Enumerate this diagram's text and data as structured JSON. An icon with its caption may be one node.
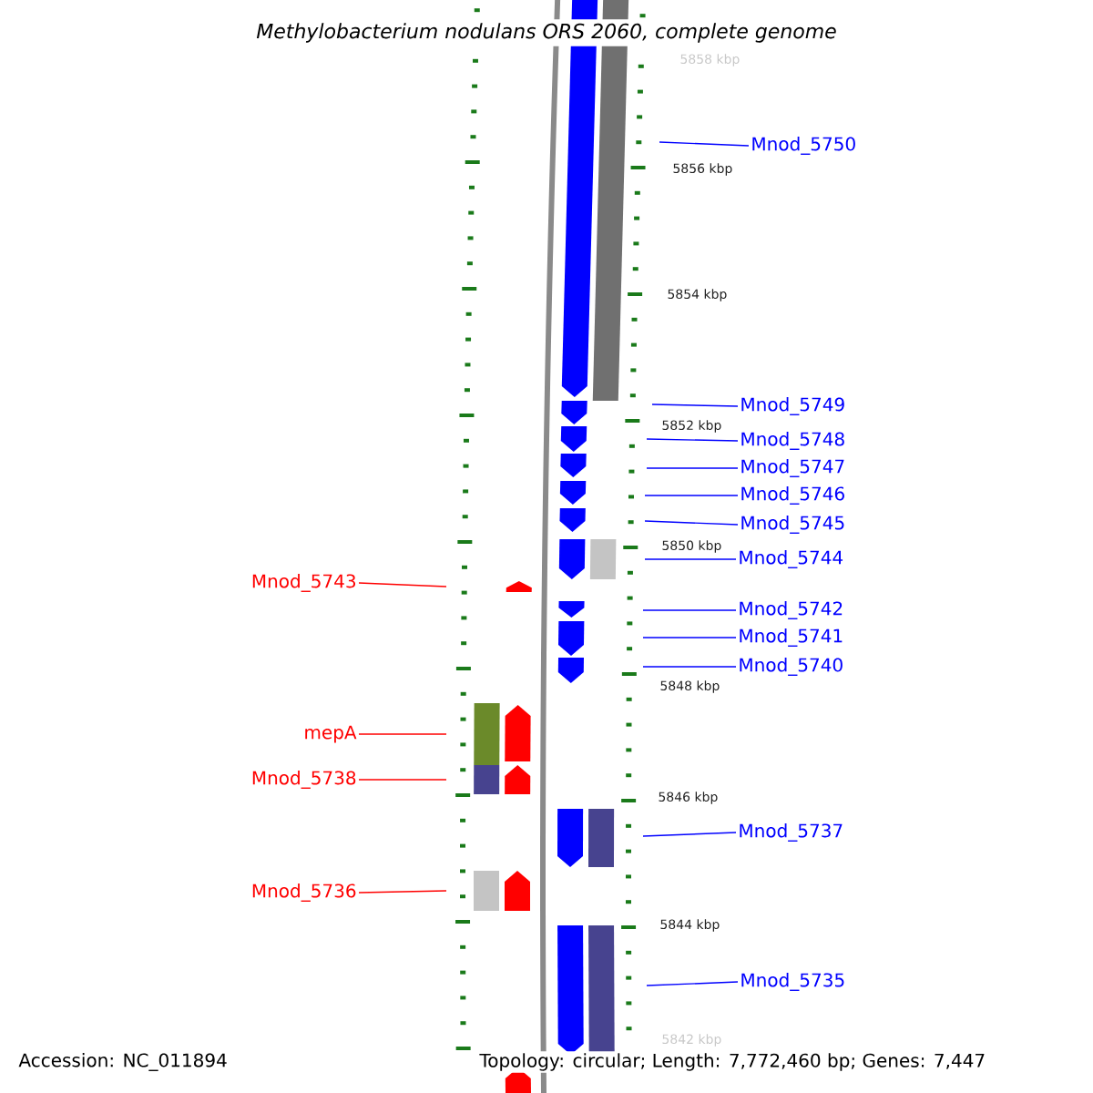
{
  "diagram": {
    "title": "Methylobacterium nodulans ORS 2060, complete genome",
    "nodes": [
      {
        "text": [
          "Mnod_5750"
        ]
      },
      {
        "text": [
          "Mnod_5749"
        ]
      },
      {
        "text": [
          "Mnod_5748"
        ]
      },
      {
        "text": [
          "Mnod_5747"
        ]
      },
      {
        "text": [
          "Mnod_5746"
        ]
      },
      {
        "text": [
          "Mnod_5745"
        ]
      },
      {
        "text": [
          "Mnod_5744"
        ]
      },
      {
        "text": [
          "Mnod_5743"
        ]
      },
      {
        "text": [
          "Mnod_5742"
        ]
      },
      {
        "text": [
          "Mnod_5741"
        ]
      },
      {
        "text": [
          "Mnod_5740"
        ]
      },
      {
        "text": [
          "mepA"
        ]
      },
      {
        "text": [
          "Mnod_5738"
        ]
      },
      {
        "text": [
          "Mnod_5737"
        ]
      },
      {
        "text": [
          "Mnod_5736"
        ]
      },
      {
        "text": [
          "Mnod_5735"
        ]
      }
    ],
    "edges": [
      {
        "from": 0,
        "to": null,
        "arrow": "none"
      },
      {
        "from": 1,
        "to": null,
        "arrow": "none"
      },
      {
        "from": 2,
        "to": null,
        "arrow": "none"
      },
      {
        "from": 3,
        "to": null,
        "arrow": "none"
      },
      {
        "from": 4,
        "to": null,
        "arrow": "none"
      },
      {
        "from": 5,
        "to": null,
        "arrow": "none"
      },
      {
        "from": 6,
        "to": null,
        "arrow": "none"
      },
      {
        "from": 7,
        "to": null,
        "arrow": "none",
        "color": "#ff0000"
      },
      {
        "from": 8,
        "to": null,
        "arrow": "none"
      },
      {
        "from": 9,
        "to": null,
        "arrow": "none"
      },
      {
        "from": 10,
        "to": null,
        "arrow": "none"
      },
      {
        "from": 11,
        "to": null,
        "arrow": "none",
        "color": "#ff0000"
      },
      {
        "from": 12,
        "to": null,
        "arrow": "none",
        "color": "#ff0000"
      },
      {
        "from": 13,
        "to": null,
        "arrow": "none"
      },
      {
        "from": 14,
        "to": null,
        "arrow": "none",
        "color": "#ff0000"
      },
      {
        "from": 15,
        "to": null,
        "arrow": "none"
      }
    ],
    "labels": [
      "5858 kbp",
      "5856 kbp",
      "5854 kbp",
      "5852 kbp",
      "5850 kbp",
      "5848 kbp",
      "5846 kbp",
      "5844 kbp",
      "5842 kbp",
      "Accession: NC_011894",
      "Topology: circular; Length: 7,772,460 bp; Genes: 7,447"
    ]
  }
}
